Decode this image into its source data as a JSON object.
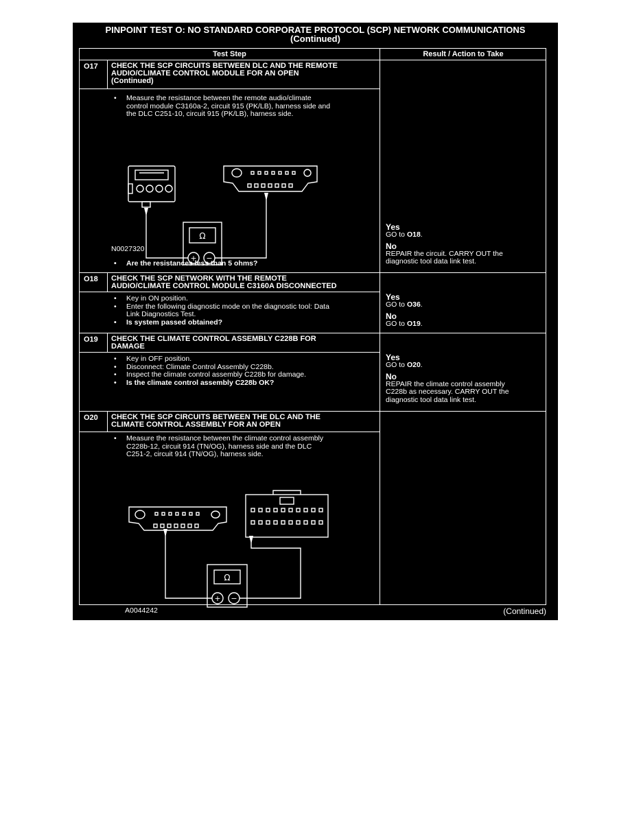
{
  "page": {
    "title_line1": "PINPOINT TEST  O: NO STANDARD CORPORATE PROTOCOL (SCP) NETWORK COMMUNICATIONS",
    "title_line2": "(Continued)",
    "footer": "(Continued)"
  },
  "table": {
    "col_test_step": "Test Step",
    "col_result": "Result / Action to Take"
  },
  "steps": {
    "o17": {
      "id": "O17",
      "title_line1": "CHECK THE SCP CIRCUITS BETWEEN DLC AND THE REMOTE",
      "title_line2": "AUDIO/CLIMATE CONTROL MODULE FOR AN OPEN",
      "title_line3": "(Continued)",
      "instruction_line1": "Measure the resistance between the remote audio/climate",
      "instruction_line2": "control module C3160a-2, circuit 915 (PK/LB), harness side and",
      "instruction_line3": "the DLC C251-10, circuit 915 (PK/LB), harness side.",
      "figure_id": "N0027320",
      "figure_symbol": "Ω",
      "question": "Are the resistances less than 5 ohms?",
      "yes_label": "Yes",
      "yes_prefix": "GO to ",
      "yes_target": "O18",
      "no_label": "No",
      "no_line1": "REPAIR the circuit. CARRY OUT the",
      "no_line2": "diagnostic tool data link test."
    },
    "o18": {
      "id": "O18",
      "title_line1": "CHECK THE SCP NETWORK WITH THE REMOTE",
      "title_line2": "AUDIO/CLIMATE CONTROL MODULE C3160A DISCONNECTED",
      "bullet1": "Key in ON position.",
      "bullet2_line1": "Enter the following diagnostic mode on the diagnostic tool: Data",
      "bullet2_line2": "Link Diagnostics Test.",
      "question": "Is system passed obtained?",
      "yes_label": "Yes",
      "yes_prefix": "GO to ",
      "yes_target": "O36",
      "no_label": "No",
      "no_prefix": "GO to ",
      "no_target": "O19"
    },
    "o19": {
      "id": "O19",
      "title_line1": "CHECK THE CLIMATE CONTROL ASSEMBLY C228B FOR",
      "title_line2": "DAMAGE",
      "bullet1": "Key in OFF position.",
      "bullet2": "Disconnect: Climate Control Assembly C228b.",
      "bullet3": "Inspect the climate control assembly C228b for damage.",
      "question": "Is the climate control assembly C228b OK?",
      "yes_label": "Yes",
      "yes_prefix": "GO to ",
      "yes_target": "O20",
      "no_label": "No",
      "no_line1": "REPAIR the climate control assembly",
      "no_line2": "C228b as necessary. CARRY OUT the",
      "no_line3": "diagnostic tool data link test."
    },
    "o20": {
      "id": "O20",
      "title_line1": "CHECK THE SCP CIRCUITS BETWEEN THE DLC AND THE",
      "title_line2": "CLIMATE CONTROL ASSEMBLY FOR AN OPEN",
      "instruction_line1": "Measure the resistance between the climate control assembly",
      "instruction_line2": "C228b-12, circuit 914 (TN/OG), harness side and the DLC",
      "instruction_line3": "C251-2, circuit 914 (TN/OG), harness side.",
      "figure_id": "A0044242",
      "figure_symbol": "Ω"
    }
  }
}
